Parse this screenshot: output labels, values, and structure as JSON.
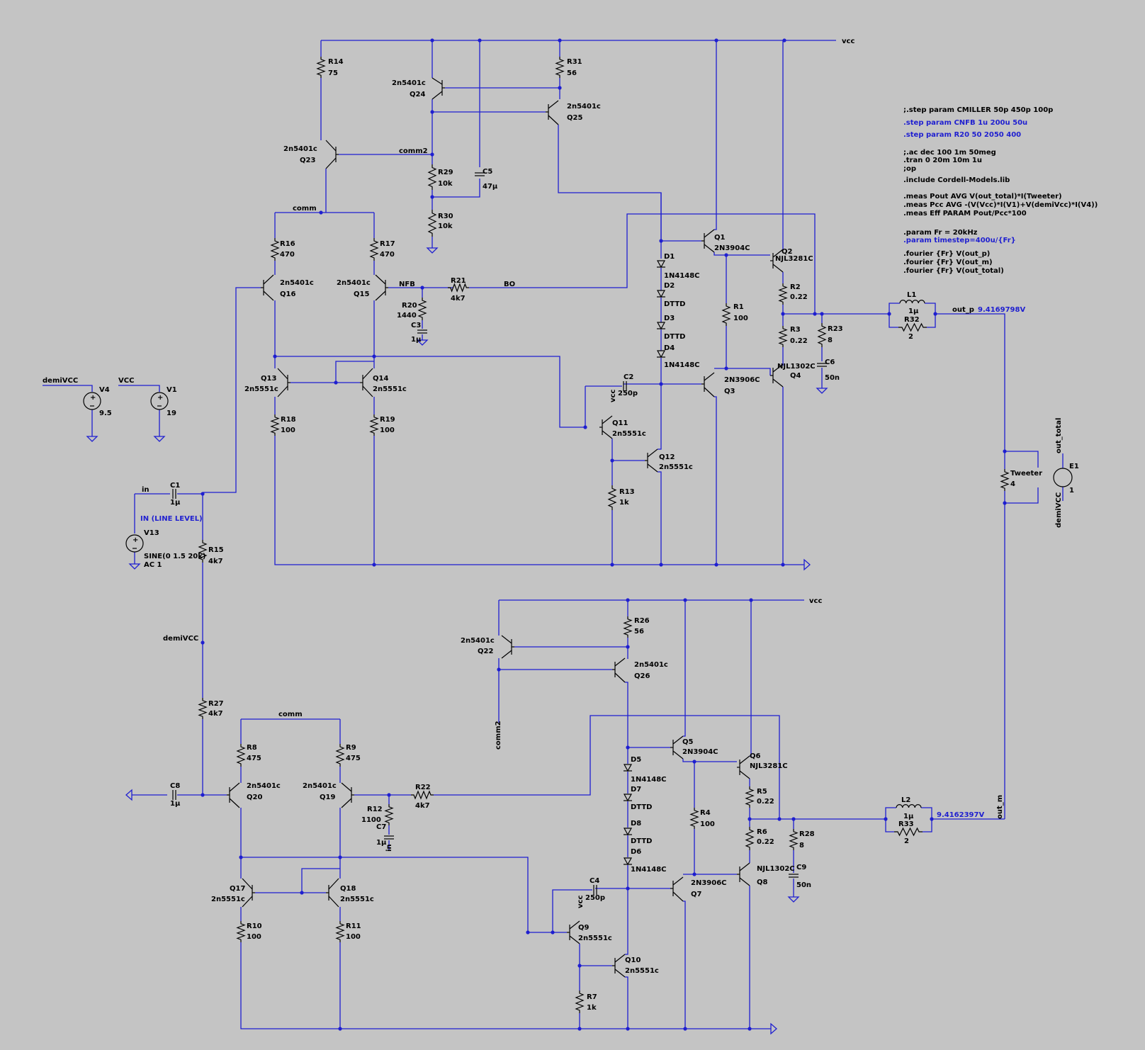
{
  "colors": {
    "background": "#c4c4c4",
    "wire": "#1f1fd0",
    "component": "#000000",
    "directive_blue": "#1f1fd0"
  },
  "nets": {
    "vcc_top": "vcc",
    "vcc_bot": "vcc",
    "comm_top": "comm",
    "comm_bot": "comm",
    "comm2_top": "comm2",
    "comm2_bot": "comm2",
    "nfb": "NFB",
    "bo": "BO",
    "in": "in",
    "demivcc_v4": "demiVCC",
    "vcc_v1": "VCC",
    "demivcc_mid": "demiVCC",
    "out_p": "out_p",
    "out_m": "out_m",
    "out_total": "out_total",
    "demivcc_e1": "demiVCC",
    "vcc_q11": "vcc",
    "vcc_q9": "vcc",
    "in_c7": "in",
    "probe_p": "9.4169798V",
    "probe_m": "9.4162397V"
  },
  "components": [
    {
      "id": "R14",
      "ref": "R14",
      "val": "75"
    },
    {
      "id": "R31",
      "ref": "R31",
      "val": "56"
    },
    {
      "id": "Q24",
      "ref": "Q24",
      "val": "2n5401c"
    },
    {
      "id": "Q25",
      "ref": "Q25",
      "val": "2n5401c"
    },
    {
      "id": "Q23",
      "ref": "Q23",
      "val": "2n5401c"
    },
    {
      "id": "R29",
      "ref": "R29",
      "val": "10k"
    },
    {
      "id": "C5",
      "ref": "C5",
      "val": "47µ"
    },
    {
      "id": "R30",
      "ref": "R30",
      "val": "10k"
    },
    {
      "id": "R16",
      "ref": "R16",
      "val": "470"
    },
    {
      "id": "R17",
      "ref": "R17",
      "val": "470"
    },
    {
      "id": "Q16",
      "ref": "Q16",
      "val": "2n5401c"
    },
    {
      "id": "Q15",
      "ref": "Q15",
      "val": "2n5401c"
    },
    {
      "id": "R21",
      "ref": "R21",
      "val": "4k7"
    },
    {
      "id": "R20",
      "ref": "R20",
      "val": "1440"
    },
    {
      "id": "C3",
      "ref": "C3",
      "val": "1µ"
    },
    {
      "id": "Q13",
      "ref": "Q13",
      "val": "2n5551c"
    },
    {
      "id": "Q14",
      "ref": "Q14",
      "val": "2n5551c"
    },
    {
      "id": "R18",
      "ref": "R18",
      "val": "100"
    },
    {
      "id": "R19",
      "ref": "R19",
      "val": "100"
    },
    {
      "id": "Q1",
      "ref": "Q1",
      "val": "2N3904C"
    },
    {
      "id": "Q2",
      "ref": "Q2",
      "val": "NJL3281C"
    },
    {
      "id": "D1",
      "ref": "D1",
      "val": "1N4148C"
    },
    {
      "id": "D2",
      "ref": "D2",
      "val": "DTTD"
    },
    {
      "id": "D3",
      "ref": "D3",
      "val": "DTTD"
    },
    {
      "id": "D4",
      "ref": "D4",
      "val": "1N4148C"
    },
    {
      "id": "R1",
      "ref": "R1",
      "val": "100"
    },
    {
      "id": "R2",
      "ref": "R2",
      "val": "0.22"
    },
    {
      "id": "R3",
      "ref": "R3",
      "val": "0.22"
    },
    {
      "id": "Q3",
      "ref": "Q3",
      "val": "2N3906C"
    },
    {
      "id": "Q4",
      "ref": "Q4",
      "val": "NJL1302C"
    },
    {
      "id": "C2",
      "ref": "C2",
      "val": "250p"
    },
    {
      "id": "Q11",
      "ref": "Q11",
      "val": "2n5551c"
    },
    {
      "id": "Q12",
      "ref": "Q12",
      "val": "2n5551c"
    },
    {
      "id": "R13",
      "ref": "R13",
      "val": "1k"
    },
    {
      "id": "R23",
      "ref": "R23",
      "val": "8"
    },
    {
      "id": "C6",
      "ref": "C6",
      "val": "50n"
    },
    {
      "id": "L1",
      "ref": "L1",
      "val": "1µ"
    },
    {
      "id": "R32",
      "ref": "R32",
      "val": "2"
    },
    {
      "id": "V4",
      "ref": "V4",
      "val": "9.5"
    },
    {
      "id": "V1",
      "ref": "V1",
      "val": "19"
    },
    {
      "id": "C1",
      "ref": "C1",
      "val": "1µ"
    },
    {
      "id": "V13",
      "ref": "V13",
      "val": "SINE(0 1.5 20k)",
      "val2": "AC 1",
      "note": "IN (LINE LEVEL)"
    },
    {
      "id": "R15",
      "ref": "R15",
      "val": "4k7"
    },
    {
      "id": "Tweeter",
      "ref": "Tweeter",
      "val": "4"
    },
    {
      "id": "E1",
      "ref": "E1",
      "val": "1"
    },
    {
      "id": "R26",
      "ref": "R26",
      "val": "56"
    },
    {
      "id": "Q22",
      "ref": "Q22",
      "val": "2n5401c"
    },
    {
      "id": "Q26",
      "ref": "Q26",
      "val": "2n5401c"
    },
    {
      "id": "R27",
      "ref": "R27",
      "val": "4k7"
    },
    {
      "id": "R8",
      "ref": "R8",
      "val": "475"
    },
    {
      "id": "R9",
      "ref": "R9",
      "val": "475"
    },
    {
      "id": "C8",
      "ref": "C8",
      "val": "1µ"
    },
    {
      "id": "Q20",
      "ref": "Q20",
      "val": "2n5401c"
    },
    {
      "id": "Q19",
      "ref": "Q19",
      "val": "2n5401c"
    },
    {
      "id": "R22",
      "ref": "R22",
      "val": "4k7"
    },
    {
      "id": "R12",
      "ref": "R12",
      "val": "1100"
    },
    {
      "id": "C7",
      "ref": "C7",
      "val": "1µ"
    },
    {
      "id": "Q5",
      "ref": "Q5",
      "val": "2N3904C"
    },
    {
      "id": "Q6",
      "ref": "Q6",
      "val": "NJL3281C"
    },
    {
      "id": "D5",
      "ref": "D5",
      "val": "1N4148C"
    },
    {
      "id": "D7",
      "ref": "D7",
      "val": "DTTD"
    },
    {
      "id": "D8",
      "ref": "D8",
      "val": "DTTD"
    },
    {
      "id": "D6",
      "ref": "D6",
      "val": "1N4148C"
    },
    {
      "id": "R4",
      "ref": "R4",
      "val": "100"
    },
    {
      "id": "R5",
      "ref": "R5",
      "val": "0.22"
    },
    {
      "id": "R6",
      "ref": "R6",
      "val": "0.22"
    },
    {
      "id": "R28",
      "ref": "R28",
      "val": "8"
    },
    {
      "id": "C9",
      "ref": "C9",
      "val": "50n"
    },
    {
      "id": "Q8",
      "ref": "Q8",
      "val": "NJL1302C"
    },
    {
      "id": "Q7",
      "ref": "Q7",
      "val": "2N3906C"
    },
    {
      "id": "Q17",
      "ref": "Q17",
      "val": "2n5551c"
    },
    {
      "id": "Q18",
      "ref": "Q18",
      "val": "2n5551c"
    },
    {
      "id": "R10",
      "ref": "R10",
      "val": "100"
    },
    {
      "id": "R11",
      "ref": "R11",
      "val": "100"
    },
    {
      "id": "C4",
      "ref": "C4",
      "val": "250p"
    },
    {
      "id": "Q9",
      "ref": "Q9",
      "val": "2n5551c"
    },
    {
      "id": "Q10",
      "ref": "Q10",
      "val": "2n5551c"
    },
    {
      "id": "R7",
      "ref": "R7",
      "val": "1k"
    },
    {
      "id": "L2",
      "ref": "L2",
      "val": "1µ"
    },
    {
      "id": "R33",
      "ref": "R33",
      "val": "2"
    }
  ],
  "directives": [
    {
      "text": ";.step param CMILLER 50p 450p 100p",
      "color": "#000000"
    },
    {
      "text": ".step param CNFB 1u 200u 50u",
      "color": "#1f1fd0"
    },
    {
      "text": ".step param R20 50 2050 400",
      "color": "#1f1fd0"
    },
    {
      "text": ";.ac dec 100 1m 50meg",
      "color": "#000000"
    },
    {
      "text": ".tran 0 20m 10m 1u",
      "color": "#000000"
    },
    {
      "text": ";op",
      "color": "#000000"
    },
    {
      "text": ".include Cordell-Models.lib",
      "color": "#000000"
    },
    {
      "text": ".meas Pout AVG V(out_total)*I(Tweeter)",
      "color": "#000000"
    },
    {
      "text": ".meas Pcc AVG -(V(Vcc)*I(V1)+V(demiVcc)*I(V4))",
      "color": "#000000"
    },
    {
      "text": ".meas Eff PARAM Pout/Pcc*100",
      "color": "#000000"
    },
    {
      "text": ".param Fr = 20kHz",
      "color": "#000000"
    },
    {
      "text": ".param timestep=400u/{Fr}",
      "color": "#1f1fd0"
    },
    {
      "text": ".fourier {Fr} V(out_p)",
      "color": "#000000"
    },
    {
      "text": ".fourier {Fr} V(out_m)",
      "color": "#000000"
    },
    {
      "text": ".fourier {Fr} V(out_total)",
      "color": "#000000"
    }
  ]
}
